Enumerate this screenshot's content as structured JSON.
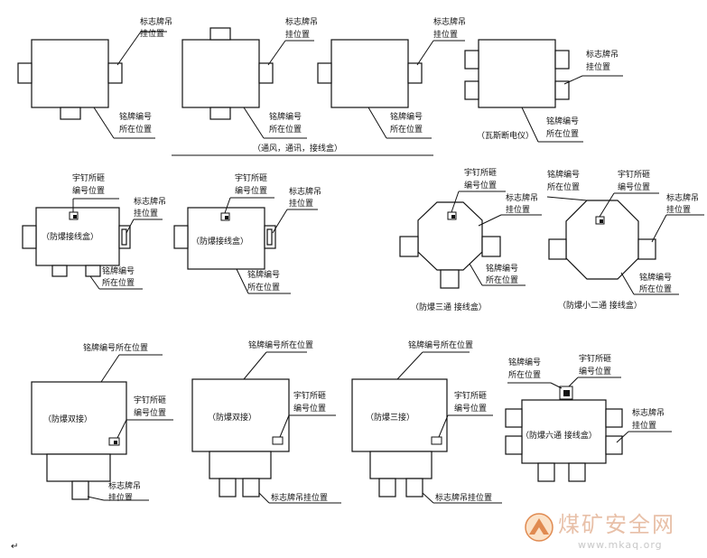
{
  "labels": {
    "sign_hang": [
      "标志牌吊",
      "挂位置"
    ],
    "sign_hang_one_line": "标志牌吊挂位置",
    "plate_no": [
      "铭牌编号",
      "所在位置"
    ],
    "plate_no_one_line": "铭牌编号所在位置",
    "rivet_no": [
      "宇钉所砸",
      "编号位置"
    ],
    "ventilation_box": "（通风，通讯，接线盒）",
    "vacuum_breaker": "（瓦斯断电仪）",
    "explosion_proof_box": "（防爆接线盒）",
    "explosion_proof_three_way": "（防爆三通 接线盒）",
    "explosion_proof_small_two_way": "（防爆小二通 接线盒）",
    "explosion_proof_double": "（防爆双接）",
    "explosion_proof_triple": "（防爆三接）",
    "explosion_proof_six_way": "（防爆六通 接线盒）",
    "paragraph_mark": "↵"
  },
  "watermark": {
    "name": "煤矿安全网",
    "url": "www.mkaq.org",
    "brand_color": "#e0b8a0",
    "logo_color": "#e08a50"
  }
}
